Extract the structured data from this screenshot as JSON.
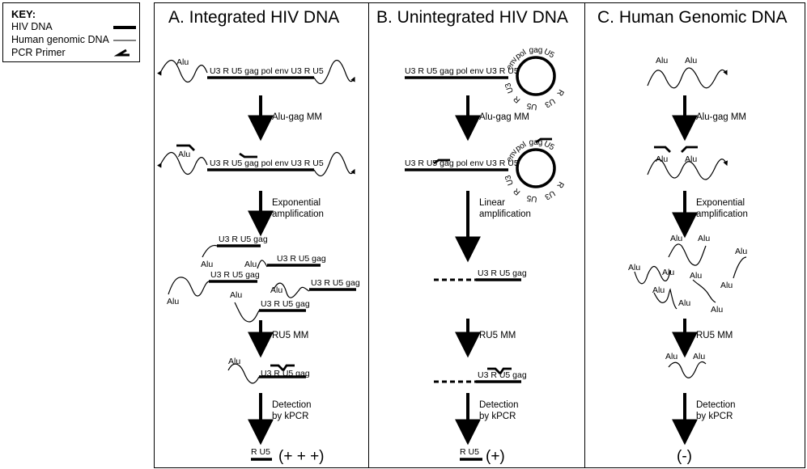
{
  "key": {
    "title": "KEY:",
    "items": [
      {
        "label": "HIV DNA"
      },
      {
        "label": "Human genomic DNA"
      },
      {
        "label": "PCR Primer"
      }
    ]
  },
  "panels": [
    {
      "title": "A. Integrated HIV DNA"
    },
    {
      "title": "B. Unintegrated HIV DNA"
    },
    {
      "title": "C. Human Genomic DNA"
    }
  ],
  "labels": {
    "alu": "Alu",
    "full_seq": "U3 R U5 gag pol env U3 R U5",
    "u3r": "U3 R U5 gag",
    "ru5": "R U5",
    "circle": [
      "U5",
      "gag",
      "pol",
      "env",
      "U3",
      "R",
      "U5",
      "U3",
      "R"
    ]
  },
  "steps": {
    "alu_gag": "Alu-gag MM",
    "exponential": [
      "Exponential",
      "amplification"
    ],
    "linear": [
      "Linear",
      "amplification"
    ],
    "ru5mm": "RU5 MM",
    "detection": [
      "Detection",
      "by kPCR"
    ]
  },
  "results": {
    "a": "(+ + +)",
    "b": "(+)",
    "c": "(-)"
  }
}
